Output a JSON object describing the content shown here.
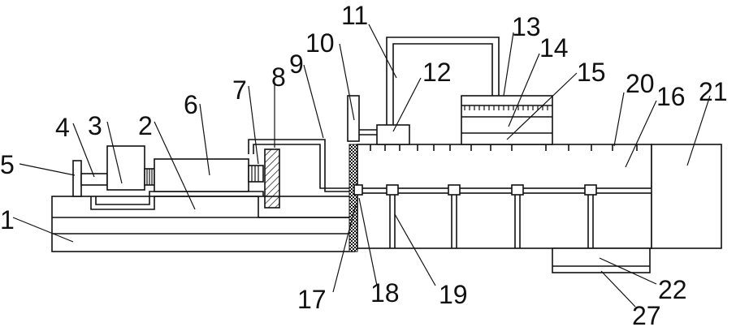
{
  "diagram": {
    "labels": {
      "l1": "1",
      "l2": "2",
      "l3": "3",
      "l4": "4",
      "l5": "5",
      "l6": "6",
      "l7": "7",
      "l8": "8",
      "l9": "9",
      "l10": "10",
      "l11": "11",
      "l12": "12",
      "l13": "13",
      "l14": "14",
      "l15": "15",
      "l16": "16",
      "l17": "17",
      "l18": "18",
      "l19": "19",
      "l20": "20",
      "l21": "21",
      "l22": "22",
      "l27": "27"
    }
  }
}
